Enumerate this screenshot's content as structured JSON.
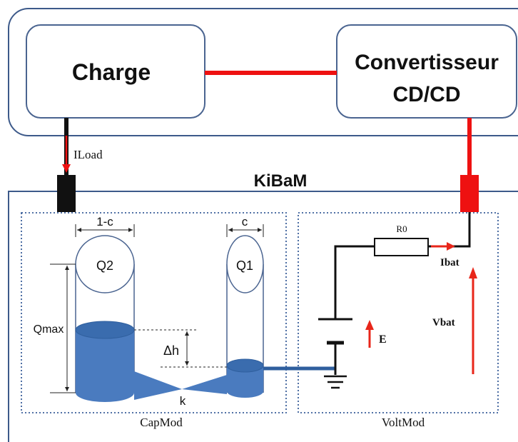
{
  "blocks": {
    "charge": "Charge",
    "converter_line1": "Convertisseur",
    "converter_line2": "CD/CD"
  },
  "model": {
    "title": "KiBaM"
  },
  "capmod": {
    "title": "CapMod",
    "width_left": "1-c",
    "width_right": "c",
    "q2": "Q2",
    "q1": "Q1",
    "qmax": "Qmax",
    "delta_h": "Δh",
    "k": "k"
  },
  "voltmod": {
    "title": "VoltMod",
    "r0": "R0",
    "ibat": "Ibat",
    "e": "E",
    "vbat": "Vbat"
  },
  "currents": {
    "iload": "ILoad"
  },
  "colors": {
    "frame": "#3d5a8a",
    "block_border": "#4a6490",
    "red_wire": "#ee1111",
    "black_wire": "#111111",
    "tank_fill": "#4a7bbf",
    "tank_dark": "#2f5f9e",
    "dotted": "#3a5f9a",
    "arrow_red": "#e8261a"
  }
}
